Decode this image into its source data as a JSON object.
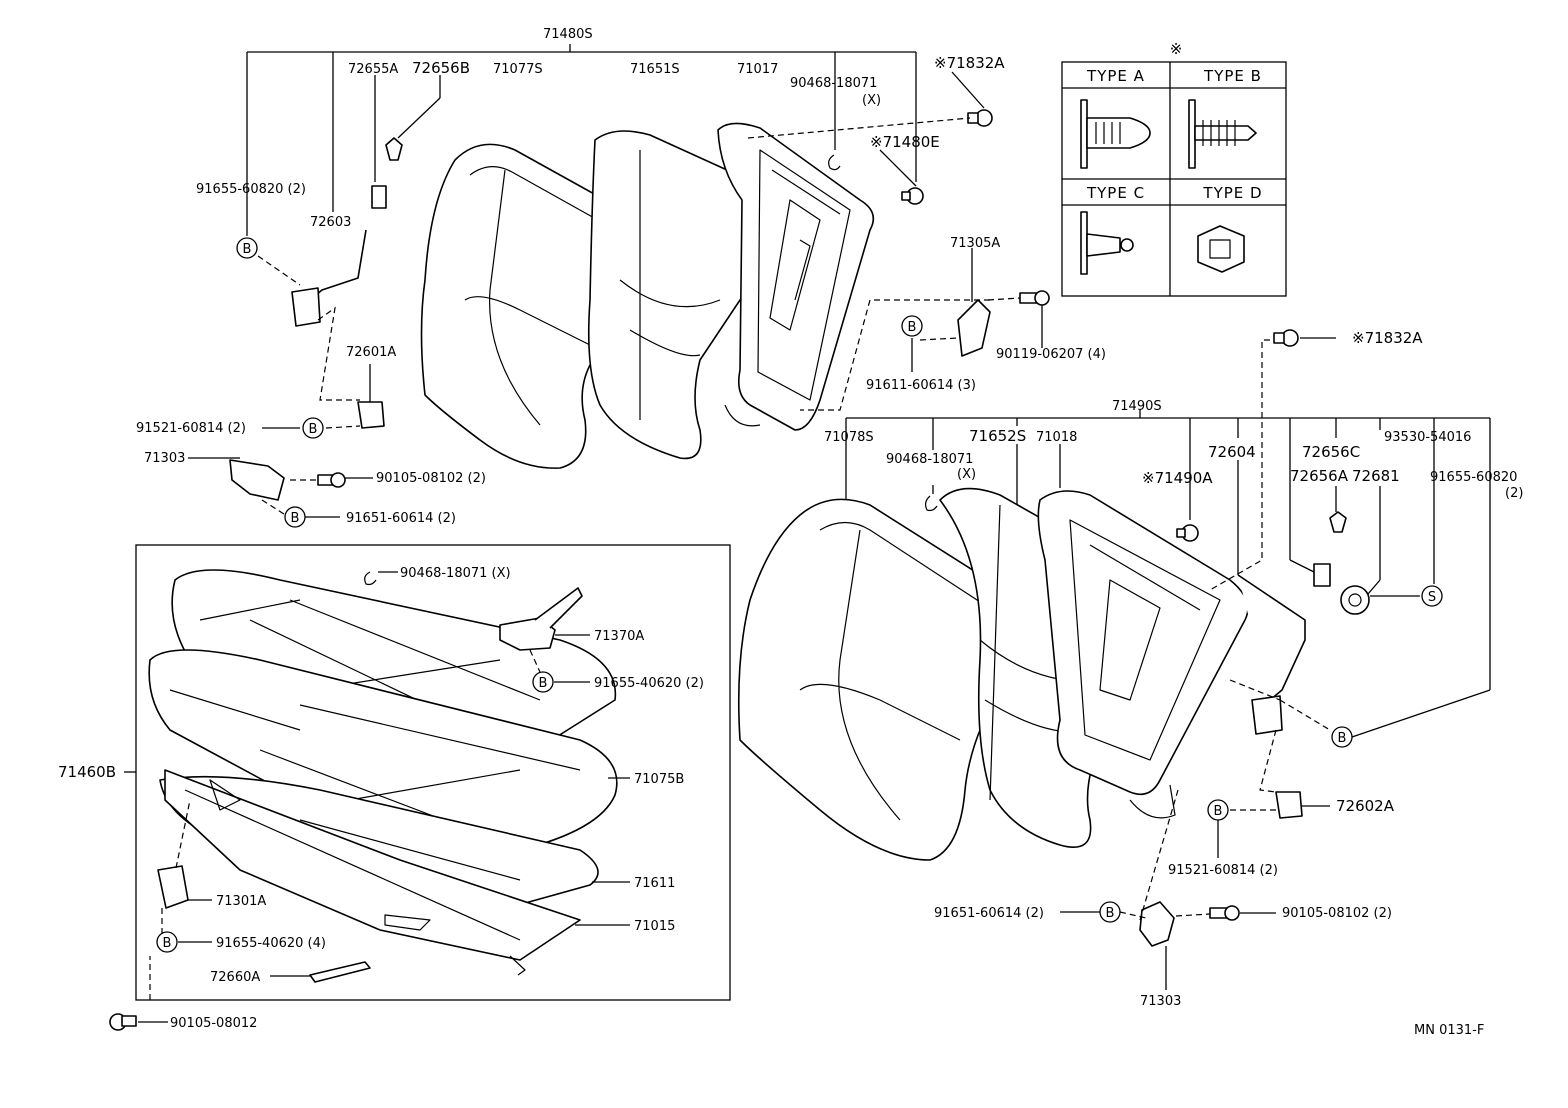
{
  "header": {
    "note_mark": "※"
  },
  "legend": {
    "type_a": "TYPE A",
    "type_b": "TYPE B",
    "type_c": "TYPE C",
    "type_d": "TYPE D"
  },
  "callouts": {
    "p71480S": "71480S",
    "p72655A": "72655A",
    "p72656B": "72656B",
    "p71077S": "71077S",
    "p71651S": "71651S",
    "p71017": "71017",
    "p90468_18071_top": "90468-18071",
    "x_top": "(X)",
    "p71832A_top": "※71832A",
    "p71480E": "※71480E",
    "p91655_60820_left": "91655-60820 (2)",
    "p72603": "72603",
    "p71305A": "71305A",
    "p90119_06207": "90119-06207 (4)",
    "p91611_60614": "91611-60614 (3)",
    "p72601A": "72601A",
    "p91521_60814_left": "91521-60814 (2)",
    "p71303_left": "71303",
    "p90105_08102_left": "90105-08102 (2)",
    "p91651_60614_left": "91651-60614 (2)",
    "p71832A_right": "※71832A",
    "p71490S": "71490S",
    "p71078S": "71078S",
    "p90468_18071_right": "90468-18071",
    "x_right": "(X)",
    "p71652S": "71652S",
    "p71018": "71018",
    "p72604": "72604",
    "p71490A": "※71490A",
    "p72656C": "72656C",
    "p72656A": "72656A",
    "p72681": "72681",
    "p93530_54016": "93530-54016",
    "p91655_60820_right": "91655-60820",
    "qty2_right": "(2)",
    "p90468_18071_cush": "90468-18071 (X)",
    "p71370A": "71370A",
    "p91655_40620_right": "91655-40620 (2)",
    "p71460B": "71460B",
    "p71075B": "71075B",
    "p71611": "71611",
    "p71015": "71015",
    "p71301A": "71301A",
    "p91655_40620_left": "91655-40620 (4)",
    "p72660A": "72660A",
    "p90105_08012": "90105-08012",
    "p72602A": "72602A",
    "p91521_60814_right": "91521-60814 (2)",
    "p91651_60614_right": "91651-60614 (2)",
    "p90105_08102_right": "90105-08102 (2)",
    "p71303_right": "71303",
    "drawing_no": "MN 0131-F"
  },
  "symbols": {
    "b": "B",
    "s": "S"
  }
}
